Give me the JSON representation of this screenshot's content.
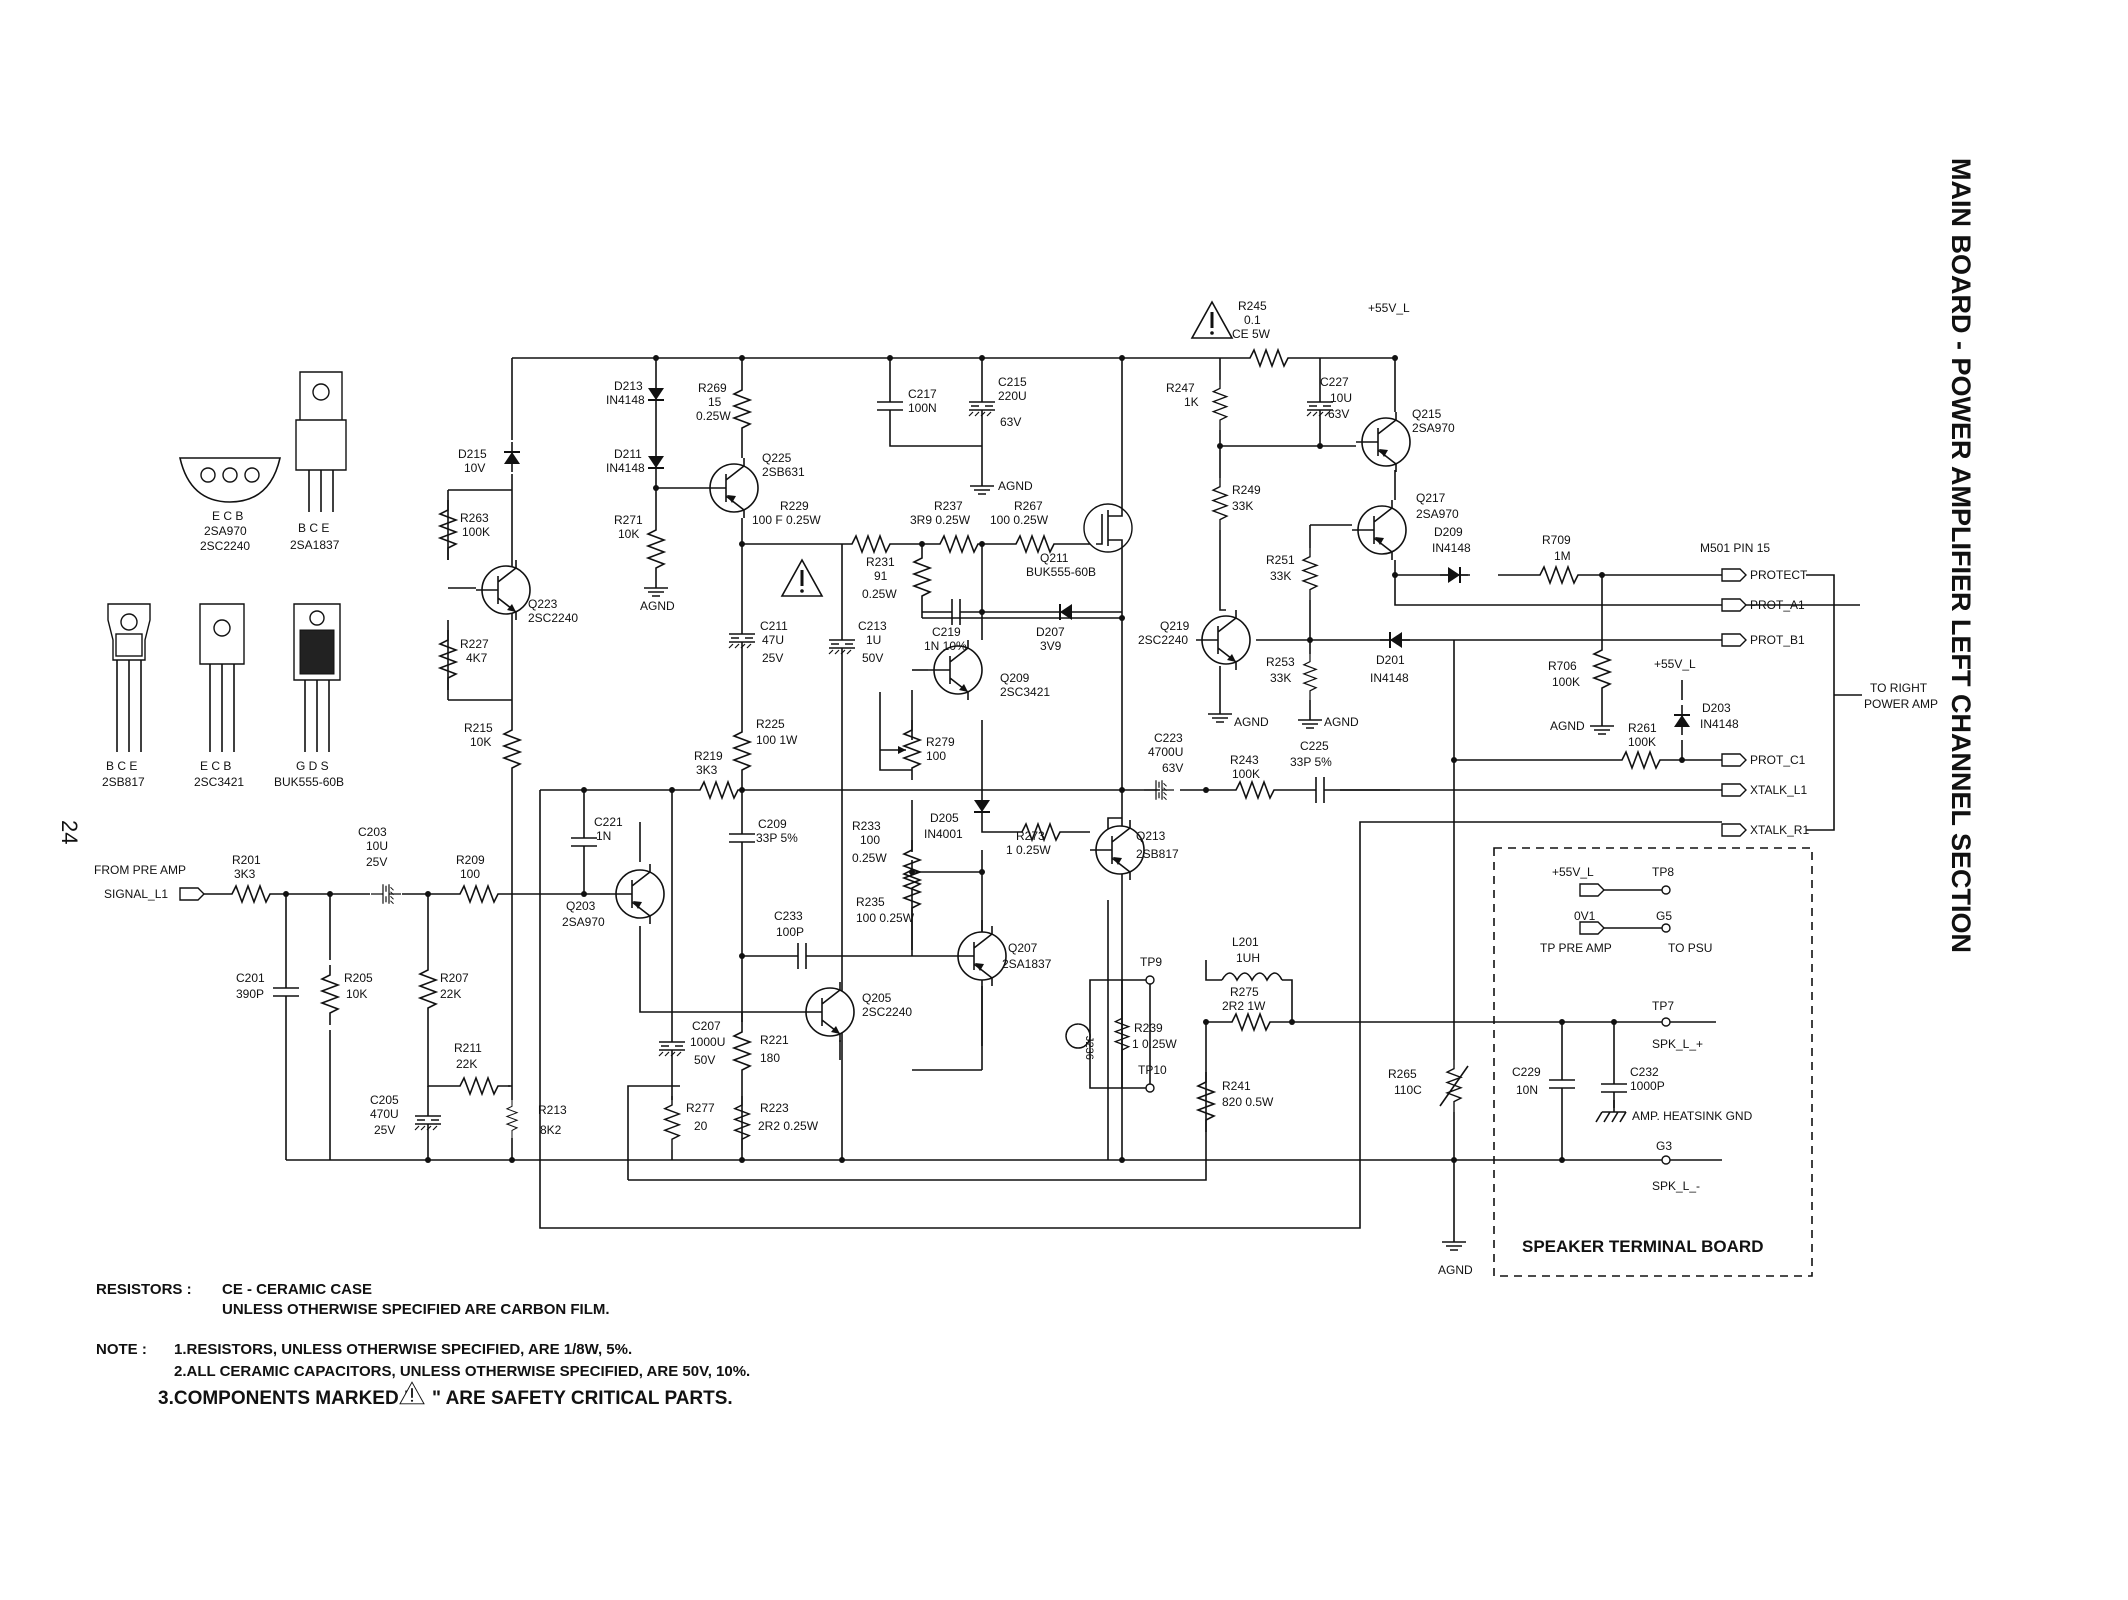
{
  "page_number": "24",
  "title": "MAIN BOARD - POWER AMPLIFIER LEFT CHANNEL SECTION",
  "packages": [
    {
      "pins": "E C B",
      "parts": "2SA970",
      "parts2": "2SC2240"
    },
    {
      "pins": "B C E",
      "parts": "2SA1837",
      "parts2": ""
    },
    {
      "pins": "B C E",
      "parts": "2SB817",
      "parts2": ""
    },
    {
      "pins": "E C B",
      "parts": "2SC3421",
      "parts2": ""
    },
    {
      "pins": "G D S",
      "parts": "BUK555-60B",
      "parts2": ""
    }
  ],
  "components": {
    "D213": [
      "D213",
      "IN4148"
    ],
    "D211": [
      "D211",
      "IN4148"
    ],
    "R269": [
      "R269",
      "15",
      "0.25W"
    ],
    "R271": [
      "R271",
      "10K"
    ],
    "Q225": [
      "Q225",
      "2SB631"
    ],
    "C217": [
      "C217",
      "100N"
    ],
    "C215": [
      "C215",
      "220U",
      "63V"
    ],
    "D215": [
      "D215",
      "10V"
    ],
    "R263": [
      "R263",
      "100K"
    ],
    "R227": [
      "R227",
      "4K7"
    ],
    "Q223": [
      "Q223",
      "2SC2240"
    ],
    "R215": [
      "R215",
      "10K"
    ],
    "R229": [
      "R229",
      "100 F 0.25W"
    ],
    "R237": [
      "R237",
      "3R9 0.25W"
    ],
    "R267": [
      "R267",
      "100 0.25W"
    ],
    "Q211": [
      "Q211",
      "BUK555-60B"
    ],
    "R231": [
      "R231",
      "91",
      "0.25W"
    ],
    "C219": [
      "C219",
      "1N 10%"
    ],
    "D207": [
      "D207",
      "3V9"
    ],
    "C211": [
      "C211",
      "47U",
      "25V"
    ],
    "C213": [
      "C213",
      "1U",
      "50V"
    ],
    "Q209": [
      "Q209",
      "2SC3421"
    ],
    "R279": [
      "R279",
      "100"
    ],
    "R225": [
      "R225",
      "100 1W"
    ],
    "R219": [
      "R219",
      "3K3"
    ],
    "C209": [
      "C209",
      "33P 5%"
    ],
    "R233": [
      "R233",
      "100",
      "0.25W"
    ],
    "D205": [
      "D205",
      "IN4001"
    ],
    "R273": [
      "R273",
      "1 0.25W"
    ],
    "Q213": [
      "Q213",
      "2SB817"
    ],
    "C221": [
      "C221",
      "1N"
    ],
    "Q203": [
      "Q203",
      "2SA970"
    ],
    "C233": [
      "C233",
      "100P"
    ],
    "R235": [
      "R235",
      "100 0.25W"
    ],
    "Q207": [
      "Q207",
      "2SA1837"
    ],
    "Q205": [
      "Q205",
      "2SC2240"
    ],
    "C207": [
      "C207",
      "1000U",
      "50V"
    ],
    "R221": [
      "R221",
      "180"
    ],
    "R277": [
      "R277",
      "20"
    ],
    "R223": [
      "R223",
      "2R2 0.25W"
    ],
    "R201": [
      "R201",
      "3K3"
    ],
    "C203": [
      "C203",
      "10U",
      "25V"
    ],
    "R209": [
      "R209",
      "100"
    ],
    "C201": [
      "C201",
      "390P"
    ],
    "R205": [
      "R205",
      "10K"
    ],
    "R207": [
      "R207",
      "22K"
    ],
    "R211": [
      "R211",
      "22K"
    ],
    "C205": [
      "C205",
      "470U",
      "25V"
    ],
    "R213": [
      "R213",
      "8K2"
    ],
    "R245": [
      "R245",
      "0.1",
      "CE 5W"
    ],
    "R247": [
      "R247",
      "1K"
    ],
    "C227": [
      "C227",
      "10U",
      "63V"
    ],
    "Q215": [
      "Q215",
      "2SA970"
    ],
    "R249": [
      "R249",
      "33K"
    ],
    "Q217": [
      "Q217",
      "2SA970"
    ],
    "D209": [
      "D209",
      "IN4148"
    ],
    "R251": [
      "R251",
      "33K"
    ],
    "Q219": [
      "Q219",
      "2SC2240"
    ],
    "R253": [
      "R253",
      "33K"
    ],
    "D201": [
      "D201",
      "IN4148"
    ],
    "R709": [
      "R709",
      "1M"
    ],
    "R706": [
      "R706",
      "100K"
    ],
    "R261": [
      "R261",
      "100K"
    ],
    "D203": [
      "D203",
      "IN4148"
    ],
    "C223": [
      "C223",
      "4700U",
      "63V"
    ],
    "R243": [
      "R243",
      "100K"
    ],
    "C225": [
      "C225",
      "33P 5%"
    ],
    "L201": [
      "L201",
      "1UH"
    ],
    "R275": [
      "R275",
      "2R2 1W"
    ],
    "R239": [
      "R239",
      "1 0.25W"
    ],
    "R241": [
      "R241",
      "820 0.5W"
    ],
    "R265": [
      "R265",
      "110C"
    ],
    "C229": [
      "C229",
      "10N"
    ],
    "C232": [
      "C232",
      "1000P"
    ]
  },
  "misc_labels": {
    "supply": "+55V_L",
    "supply2": "+55V_L",
    "agnd": "AGND",
    "m501": "M501 PIN 15",
    "to_right": [
      "TO RIGHT",
      "POWER AMP"
    ],
    "from_pre": [
      "FROM PRE AMP",
      "SIGNAL_L1"
    ],
    "j236": "J236",
    "tp9": "TP9",
    "tp10": "TP10",
    "heatsink": "AMP. HEATSINK GND"
  },
  "connectors": [
    "PROTECT",
    "PROT_A1",
    "PROT_B1",
    "PROT_C1",
    "XTALK_L1",
    "XTALK_R1"
  ],
  "speaker_board": {
    "title": "SPEAKER TERMINAL BOARD",
    "tp8_left": "+55V_L",
    "tp8": "TP8",
    "g5_left": "0V1",
    "g5": "G5",
    "tp_pre": "TP PRE AMP",
    "to_psu": "TO PSU",
    "tp7": "TP7",
    "spk_plus": "SPK_L_+",
    "g3": "G3",
    "spk_minus": "SPK_L_-"
  },
  "notes": {
    "resistors_label": "RESISTORS :",
    "resistors_line1": "CE - CERAMIC CASE",
    "resistors_line2": "UNLESS OTHERWISE SPECIFIED ARE CARBON FILM.",
    "note_label": "NOTE :",
    "note1": "1.RESISTORS, UNLESS OTHERWISE SPECIFIED, ARE 1/8W, 5%.",
    "note2": "2.ALL CERAMIC CAPACITORS, UNLESS OTHERWISE SPECIFIED, ARE 50V, 10%.",
    "note3a": "3.COMPONENTS MARKED \"",
    "note3b": "\" ARE SAFETY CRITICAL PARTS."
  }
}
